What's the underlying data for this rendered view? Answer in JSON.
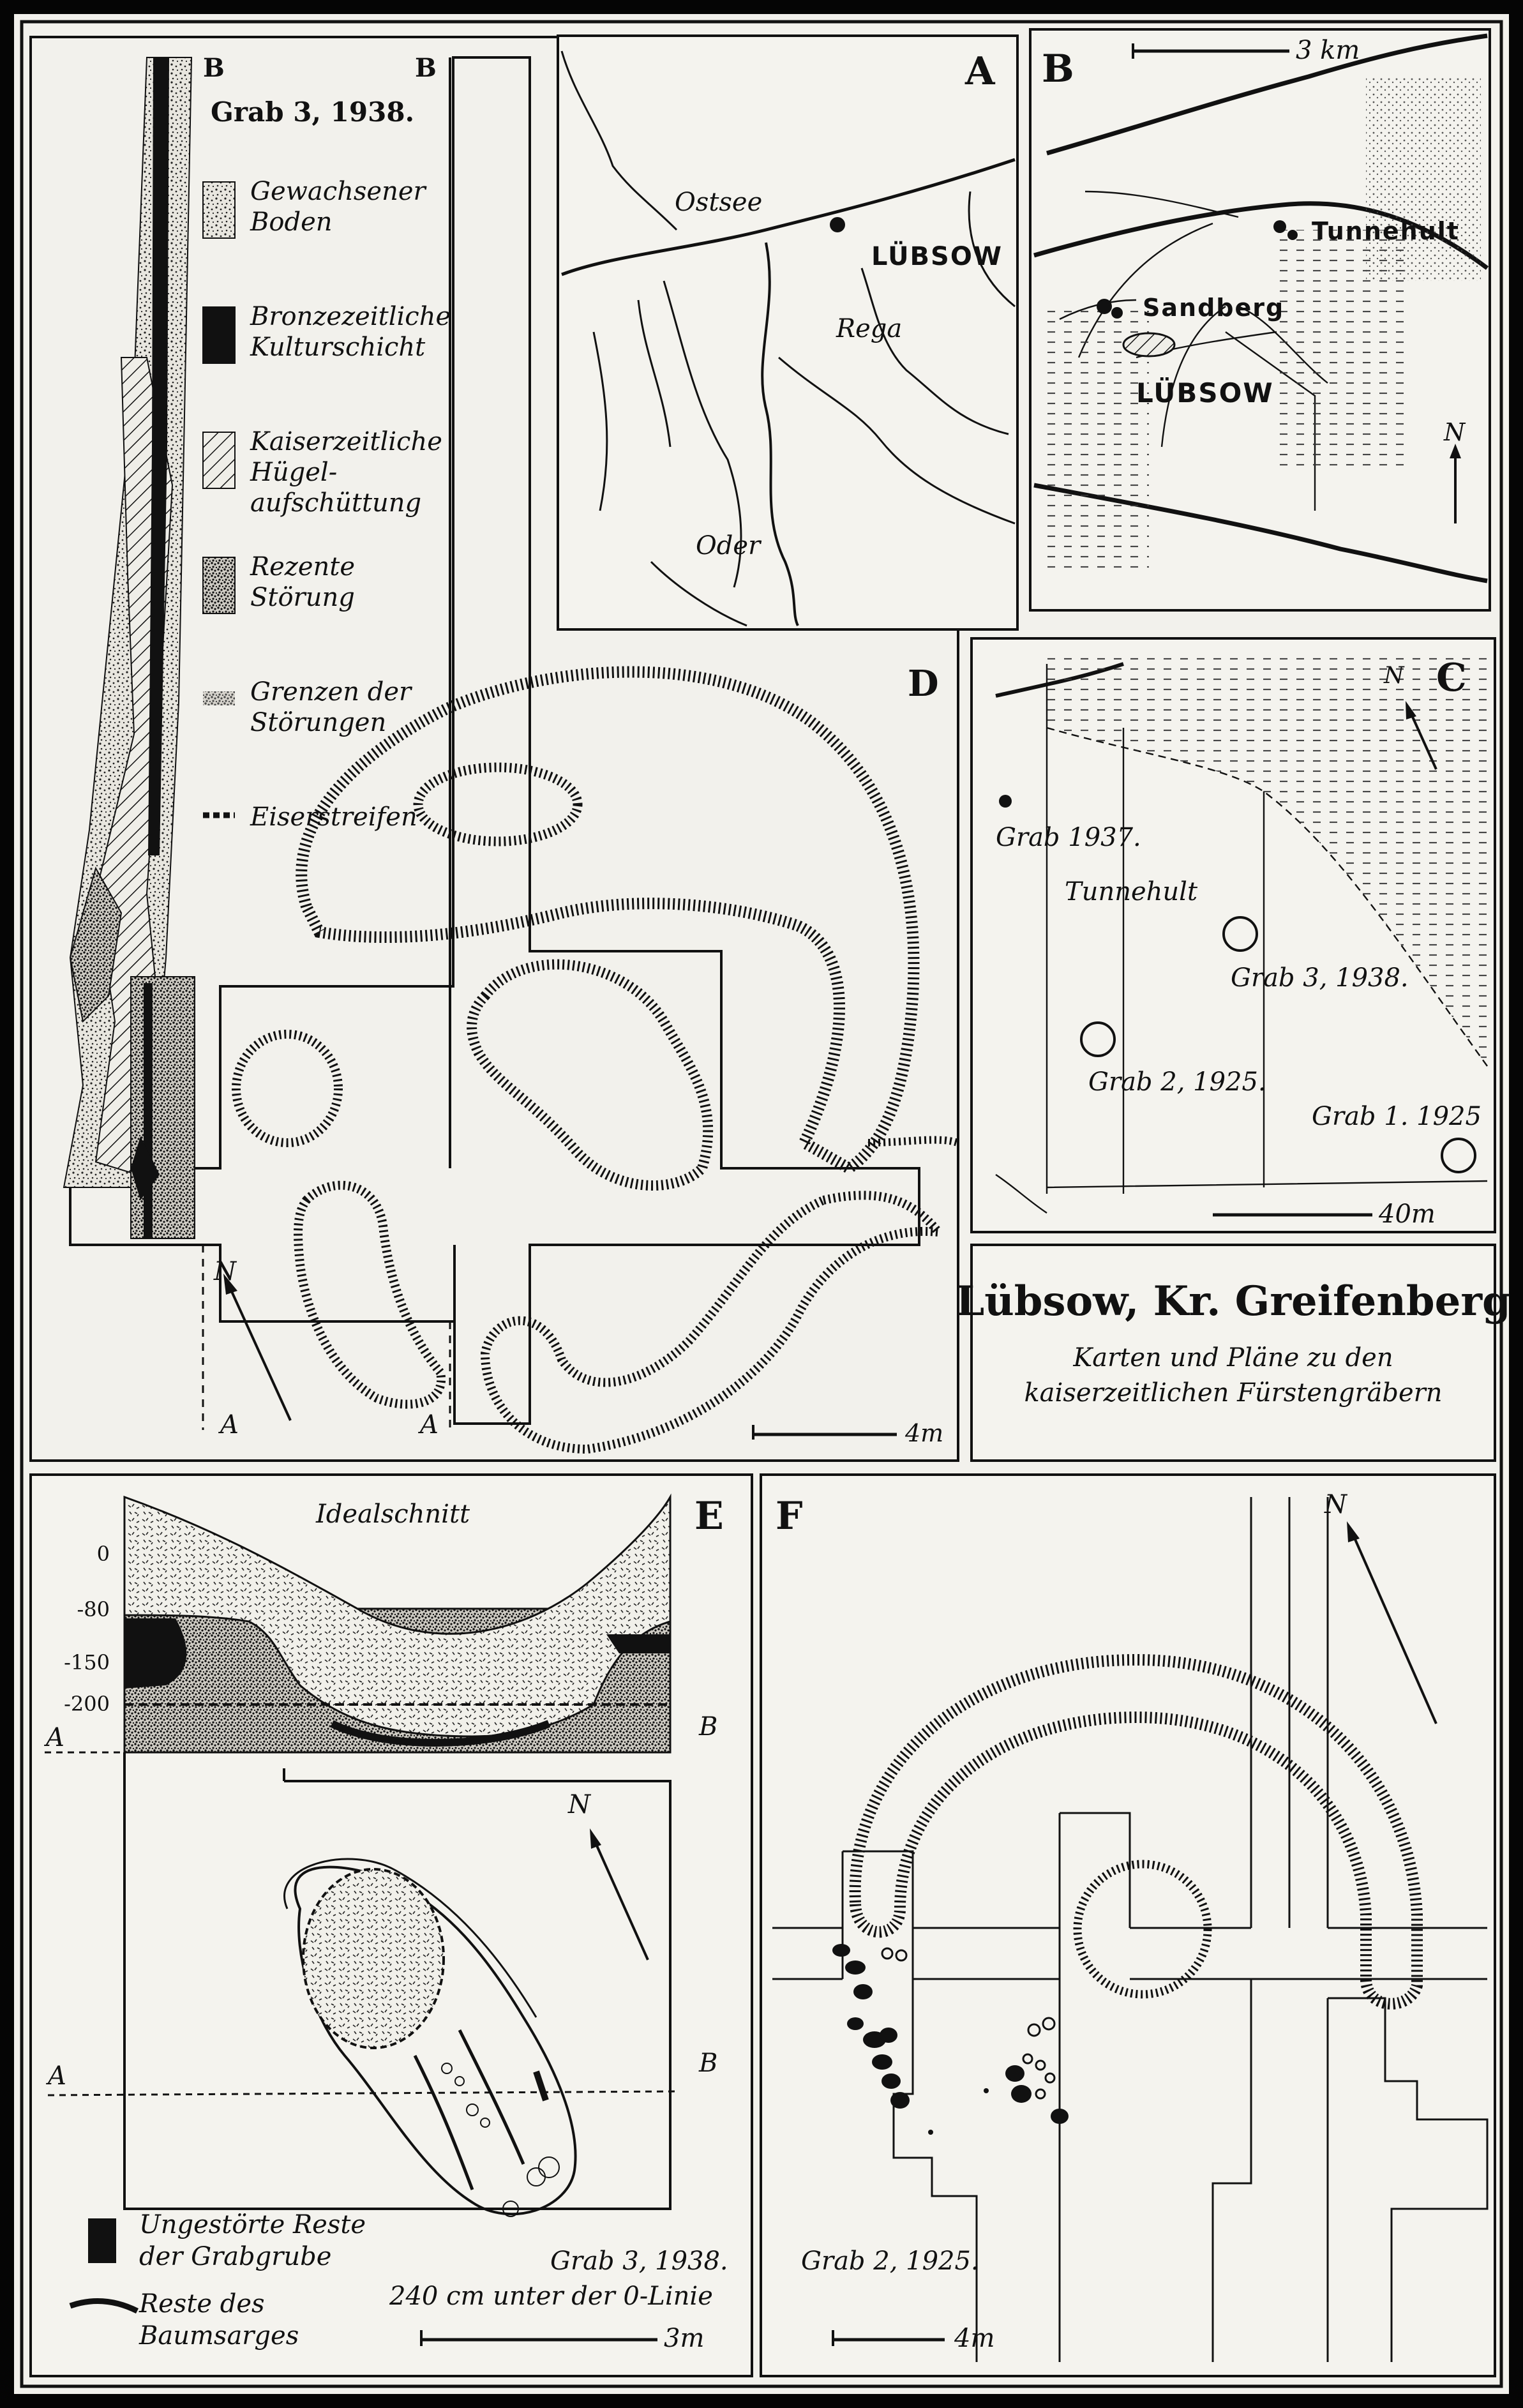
{
  "title_block": {
    "title": "Lübsow, Kr. Greifenberg",
    "subtitle_line1": "Karten und Pläne zu den",
    "subtitle_line2": "kaiserzeitlichen Fürstengräbern"
  },
  "panel_letters": {
    "a": "A",
    "b": "B",
    "c": "C",
    "d": "D",
    "e": "E",
    "f": "F"
  },
  "profile": {
    "title": "Grab 3, 1938.",
    "section_top_left": "B",
    "section_top_right": "B",
    "section_bottom_left": "A",
    "section_bottom_right": "A",
    "north": "N",
    "legend": [
      {
        "line1": "Gewachsener",
        "line2": "Boden",
        "line3": "",
        "symbol": "stipple"
      },
      {
        "line1": "Bronzezeitliche",
        "line2": "Kulturschicht",
        "line3": "",
        "symbol": "solid"
      },
      {
        "line1": "Kaiserzeitliche",
        "line2": "Hügel-",
        "line3": "aufschüttung",
        "symbol": "hatch"
      },
      {
        "line1": "Rezente",
        "line2": "Störung",
        "line3": "",
        "symbol": "dense"
      },
      {
        "line1": "Grenzen der",
        "line2": "Störungen",
        "line3": "",
        "symbol": "border"
      },
      {
        "line1": "Eiserstreifen",
        "line2": "",
        "line3": "",
        "symbol": "dashes"
      }
    ]
  },
  "map_a": {
    "sea": "Ostsee",
    "town": "LÜBSOW",
    "river1": "Rega",
    "river2": "Oder"
  },
  "map_b": {
    "scale": "3 km",
    "place1": "Tunnehult",
    "place2": "Sandberg",
    "town": "LÜBSOW",
    "north": "N"
  },
  "map_c": {
    "north": "N",
    "grab1937": "Grab 1937.",
    "place": "Tunnehult",
    "grab3": "Grab 3, 1938.",
    "grab2": "Grab 2, 1925.",
    "grab1": "Grab 1. 1925",
    "scale": "40m"
  },
  "plan_d": {
    "scale": "4m"
  },
  "section_e": {
    "title": "Idealschnitt",
    "depths": [
      "0",
      "-80",
      "-150",
      "-200"
    ],
    "left_end": "A",
    "right_end": "B",
    "plan_left": "A",
    "plan_right": "B",
    "north": "N",
    "legend1_line1": "Ungestörte Reste",
    "legend1_line2": "der Grabgrube",
    "legend2_line1": "Reste des",
    "legend2_line2": "Baumsarges",
    "caption1": "Grab 3, 1938.",
    "caption2": "240 cm unter der 0-Linie",
    "scale": "3m"
  },
  "plan_f": {
    "north": "N",
    "caption": "Grab 2, 1925.",
    "scale": "4m"
  }
}
